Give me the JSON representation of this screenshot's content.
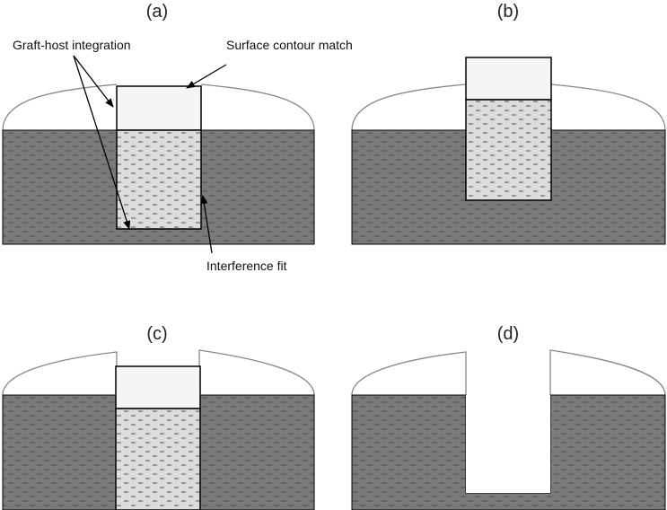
{
  "panels": [
    {
      "label": "(a)"
    },
    {
      "label": "(b)"
    },
    {
      "label": "(c)"
    },
    {
      "label": "(d)"
    }
  ],
  "annotations": {
    "graft_host_integration": "Graft-host integration",
    "surface_contour_match": "Surface contour match",
    "interference_fit": "Interference fit"
  },
  "colors": {
    "host_tissue": "#7a7a7a",
    "host_dash": "#4c4c4c",
    "graft_bone": "#dcdcdc",
    "graft_dash": "#555555",
    "cartilage_fill": "#f4f6f6",
    "outline": "#000000",
    "surface_curve": "#888888"
  }
}
